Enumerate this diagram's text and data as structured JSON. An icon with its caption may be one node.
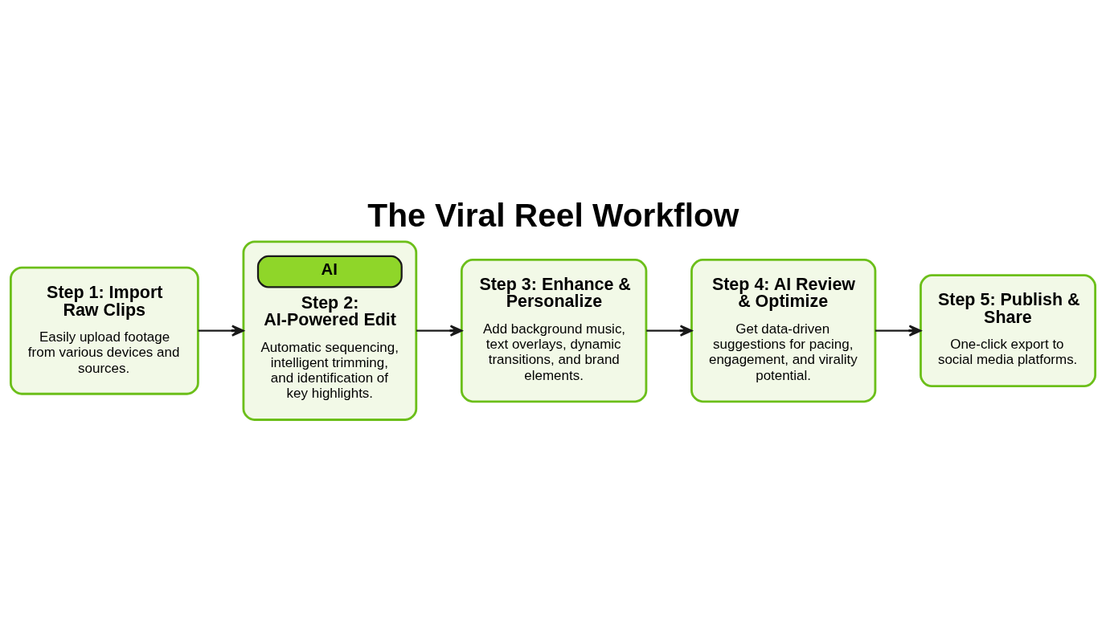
{
  "diagram": {
    "title": "The Viral Reel Workflow",
    "nodes": [
      {
        "text": [
          "Step 1: Import Raw Clips",
          "Easily upload footage from various devices and sources."
        ]
      },
      {
        "text": [
          "AI",
          "Step 2: AI-Powered Edit",
          "Automatic sequencing, intelligent trimming, and identification of key highlights."
        ]
      },
      {
        "text": [
          "Step 3: Enhance & Personalize",
          "Add background music, text overlays, dynamic transitions, and brand elements."
        ]
      },
      {
        "text": [
          "Step 4: AI Review & Optimize",
          "Get data-driven suggestions for pacing, engagement, and virality potential."
        ]
      },
      {
        "text": [
          "Step 5: Publish & Share",
          "One-click export to social media platforms."
        ]
      }
    ],
    "edges": [
      {
        "from": 0,
        "to": 1,
        "arrow": "to"
      },
      {
        "from": 1,
        "to": 2,
        "arrow": "to"
      },
      {
        "from": 2,
        "to": 3,
        "arrow": "to"
      },
      {
        "from": 3,
        "to": 4,
        "arrow": "to"
      }
    ]
  }
}
